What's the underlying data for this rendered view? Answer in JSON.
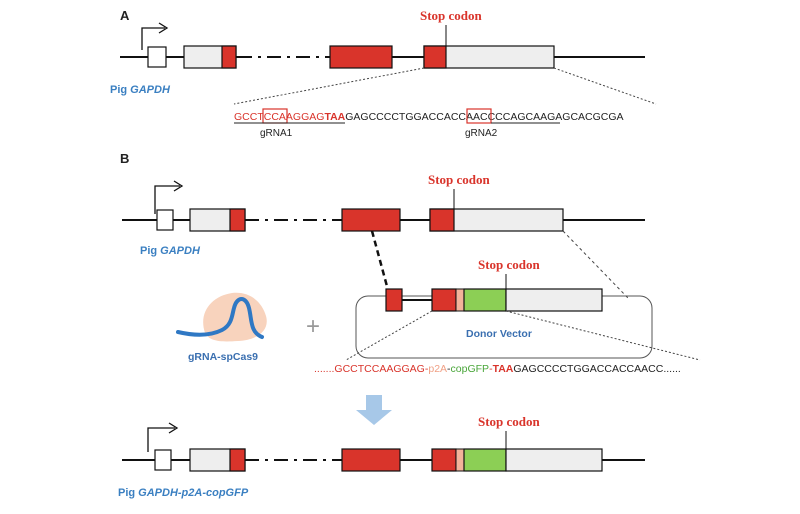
{
  "panels": {
    "a": "A",
    "b": "B"
  },
  "genes": {
    "pig_gapdh_a": {
      "prefix": "Pig ",
      "name": "GAPDH"
    },
    "pig_gapdh_b": {
      "prefix": "Pig ",
      "name": "GAPDH"
    },
    "pig_gapdh_result": {
      "prefix": "Pig ",
      "name": "GAPDH-p2A-copGFP"
    }
  },
  "stop_codon": "Stop codon",
  "sequence_a": {
    "part1": "GCCT",
    "pam1": "CCA",
    "part2": "AGGAG",
    "stop": "TAA",
    "part3": "GAGCCCCTGGACCA",
    "pam2": "CCA",
    "part4": "ACCCCAGCAAGAGCACGCGA"
  },
  "grna": {
    "one": "gRNA1",
    "two": "gRNA2"
  },
  "donor_vector": "Donor Vector",
  "cas9_label": "gRNA-spCas9",
  "plus": "+",
  "sequence_b": {
    "lead": ".......",
    "part1": "GCCTCCAAGGAG",
    "dash1": "-",
    "p2a": "p2A",
    "dash2": "-",
    "gfp": "copGFP",
    "dash3": "-",
    "stop": "TAA",
    "part2": "GAGCCCCTGGACCACCAACC",
    "tail": "......"
  },
  "colors": {
    "red": "#d9342b",
    "green": "#8ccf55",
    "pink": "#f3b39a",
    "grey_box": "#eeeeee",
    "arrow": "#a7c8e8"
  }
}
